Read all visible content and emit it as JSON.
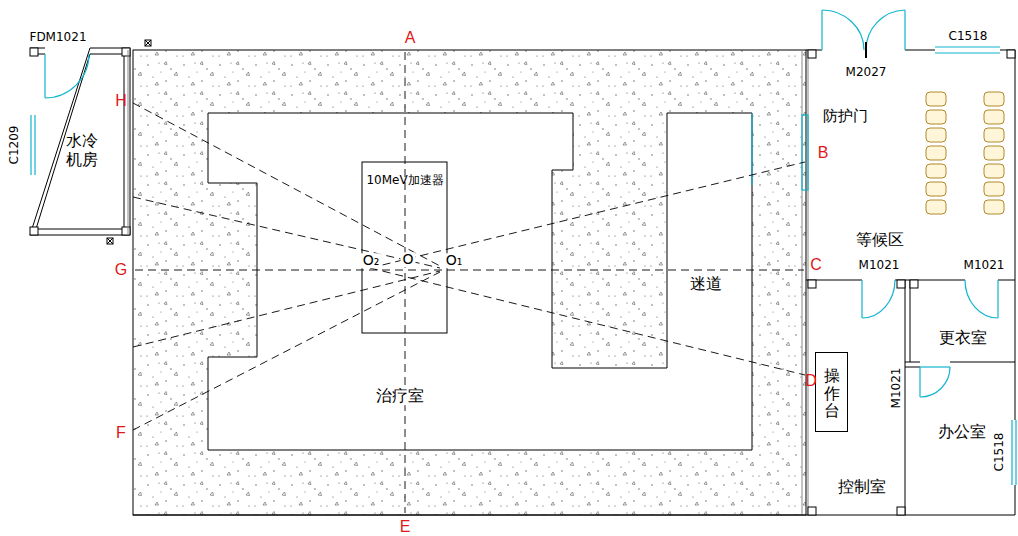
{
  "diagram": {
    "nodes": [
      {
        "text": [
          "水冷 机房"
        ]
      },
      {
        "text": [
          "10MeV加速器"
        ]
      },
      {
        "text": [
          "等候区"
        ]
      },
      {
        "text": [
          "更衣室"
        ]
      },
      {
        "text": [
          "控制室"
        ]
      },
      {
        "text": [
          "操作台"
        ],
        "in": 4
      },
      {
        "text": [
          "办公室"
        ]
      }
    ],
    "labels": [
      "A",
      "B",
      "C",
      "D",
      "E",
      "F",
      "G",
      "H",
      "O₂",
      "O",
      "O₁",
      "治疗室",
      "迷道",
      "防护门",
      "FDM1021",
      "C1209",
      "M2027",
      "C1518",
      "M1021",
      "M1021",
      "M1021",
      "C1518"
    ]
  }
}
